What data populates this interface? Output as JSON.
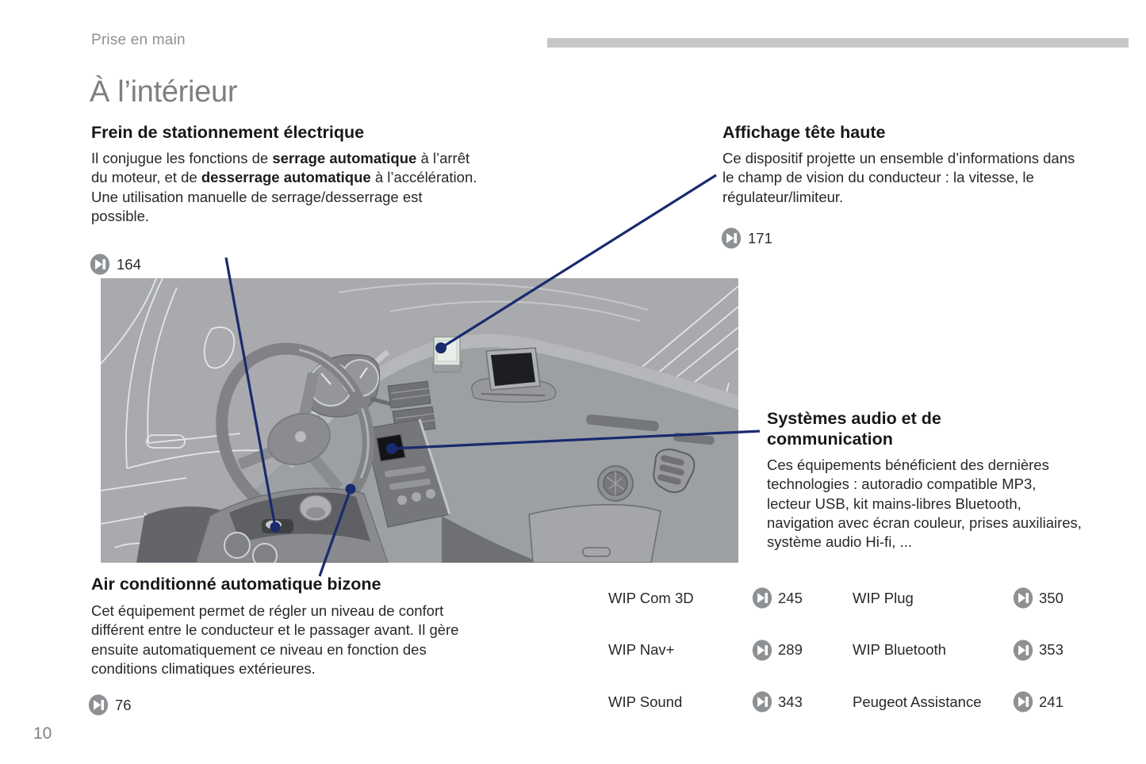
{
  "header": {
    "breadcrumb": "Prise en main"
  },
  "page": {
    "title": "À l’intérieur",
    "number": "10"
  },
  "sections": {
    "parking_brake": {
      "heading": "Frein de stationnement électrique",
      "t1": "Il conjugue les fonctions de ",
      "b1": "serrage automatique",
      "t2": " à l’arrêt du moteur, et de ",
      "b2": "desserrage automatique",
      "t3": " à l’accélération.",
      "p2": "Une utilisation manuelle de serrage/desserrage est possible.",
      "page_ref": "164"
    },
    "head_up_display": {
      "heading": "Affichage tête haute",
      "body": "Ce dispositif projette un ensemble d’informations dans le champ de vision du conducteur : la vitesse, le régulateur/limiteur.",
      "page_ref": "171"
    },
    "audio_systems": {
      "heading": "Systèmes audio et de communication",
      "body": "Ces équipements bénéficient des dernières technologies : autoradio compatible MP3, lecteur USB, kit mains-libres Bluetooth, navigation avec écran couleur, prises auxiliaires, système audio Hi-fi, ..."
    },
    "climate": {
      "heading": "Air conditionné automatique bizone",
      "body": "Cet équipement permet de régler un niveau de confort différent entre le conducteur et le passager avant. Il gère ensuite automatiquement ce niveau en fonction des conditions climatiques extérieures.",
      "page_ref": "76"
    }
  },
  "reference_table": {
    "col1": [
      {
        "label": "WIP Com 3D",
        "page": "245"
      },
      {
        "label": "WIP Nav+",
        "page": "289"
      },
      {
        "label": "WIP Sound",
        "page": "343"
      }
    ],
    "col2": [
      {
        "label": "WIP Plug",
        "page": "350"
      },
      {
        "label": "WIP Bluetooth",
        "page": "353"
      },
      {
        "label": "Peugeot Assistance",
        "page": "241"
      }
    ]
  },
  "icons": {
    "page_ref": "skip-next-icon"
  },
  "colors": {
    "accent_line": "#1a2a6e",
    "icon_gray": "#8e9194",
    "header_bar": "#c6c7c9",
    "muted_text": "#8f9194",
    "title_text": "#7d8083",
    "illustration_bg": "#a8aaad"
  }
}
